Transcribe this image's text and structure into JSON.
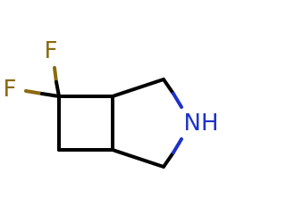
{
  "molecule": {
    "atoms": [
      {
        "id": "F1",
        "element": "F",
        "label": "F",
        "color": "#8b6a10"
      },
      {
        "id": "F2",
        "element": "F",
        "label": "F",
        "color": "#8b6a10"
      },
      {
        "id": "C1",
        "element": "C",
        "label": ""
      },
      {
        "id": "C2",
        "element": "C",
        "label": ""
      },
      {
        "id": "C3",
        "element": "C",
        "label": ""
      },
      {
        "id": "C4",
        "element": "C",
        "label": ""
      },
      {
        "id": "C5",
        "element": "C",
        "label": ""
      },
      {
        "id": "C6",
        "element": "C",
        "label": ""
      },
      {
        "id": "N1",
        "element": "N",
        "label": "NH",
        "color": "#1e32c8"
      }
    ],
    "bonds": [
      {
        "from": "F1",
        "to": "C1",
        "order": 1
      },
      {
        "from": "F2",
        "to": "C1",
        "order": 1
      },
      {
        "from": "C1",
        "to": "C2",
        "order": 1
      },
      {
        "from": "C1",
        "to": "C3",
        "order": 1
      },
      {
        "from": "C2",
        "to": "C4",
        "order": 1
      },
      {
        "from": "C3",
        "to": "C4",
        "order": 1
      },
      {
        "from": "C3",
        "to": "C5",
        "order": 1
      },
      {
        "from": "C4",
        "to": "C6",
        "order": 1
      },
      {
        "from": "C5",
        "to": "N1",
        "order": 1
      },
      {
        "from": "C6",
        "to": "N1",
        "order": 1
      }
    ],
    "colors": {
      "bond": "#000000",
      "fluorine": "#8b6a10",
      "nitrogen": "#1e32c8"
    }
  }
}
